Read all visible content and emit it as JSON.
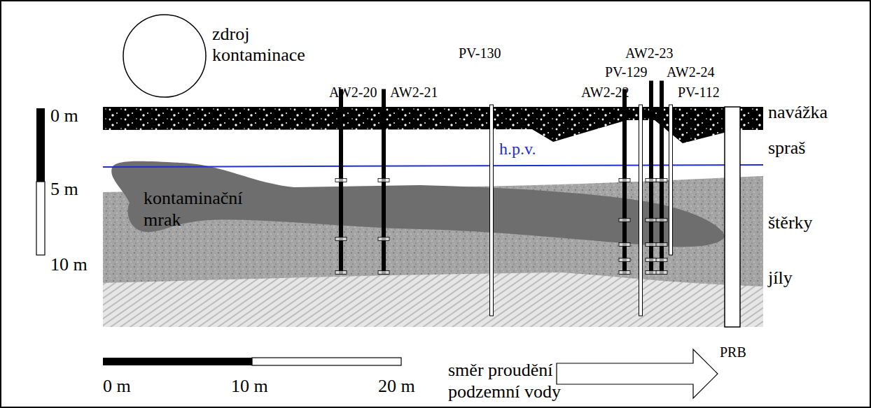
{
  "diagram": {
    "nodes": [
      {
        "text": [
          "zdroj kontaminace"
        ]
      },
      {
        "text": [
          "kontaminační mrak"
        ]
      }
    ],
    "labels": [
      "0 m",
      "5 m",
      "10 m",
      "AW2-20",
      "AW2-21",
      "PV-130",
      "AW2-23",
      "PV-129",
      "AW2-22",
      "AW2-24",
      "PV-112",
      "navážka",
      "spraš",
      "h.p.v.",
      "štěrky",
      "jíly",
      "0 m",
      "10 m",
      "20 m",
      "směr proudění podzemní vody",
      "PRB"
    ]
  }
}
